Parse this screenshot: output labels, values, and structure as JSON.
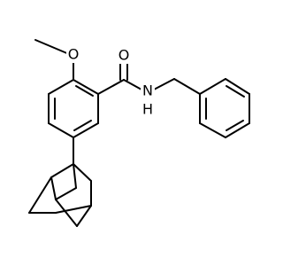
{
  "structure": {
    "atoms": {
      "carbonyl_oxygen": "O",
      "methoxy_oxygen": "O",
      "amide_nitrogen": "N",
      "amide_hydrogen": "H"
    }
  }
}
